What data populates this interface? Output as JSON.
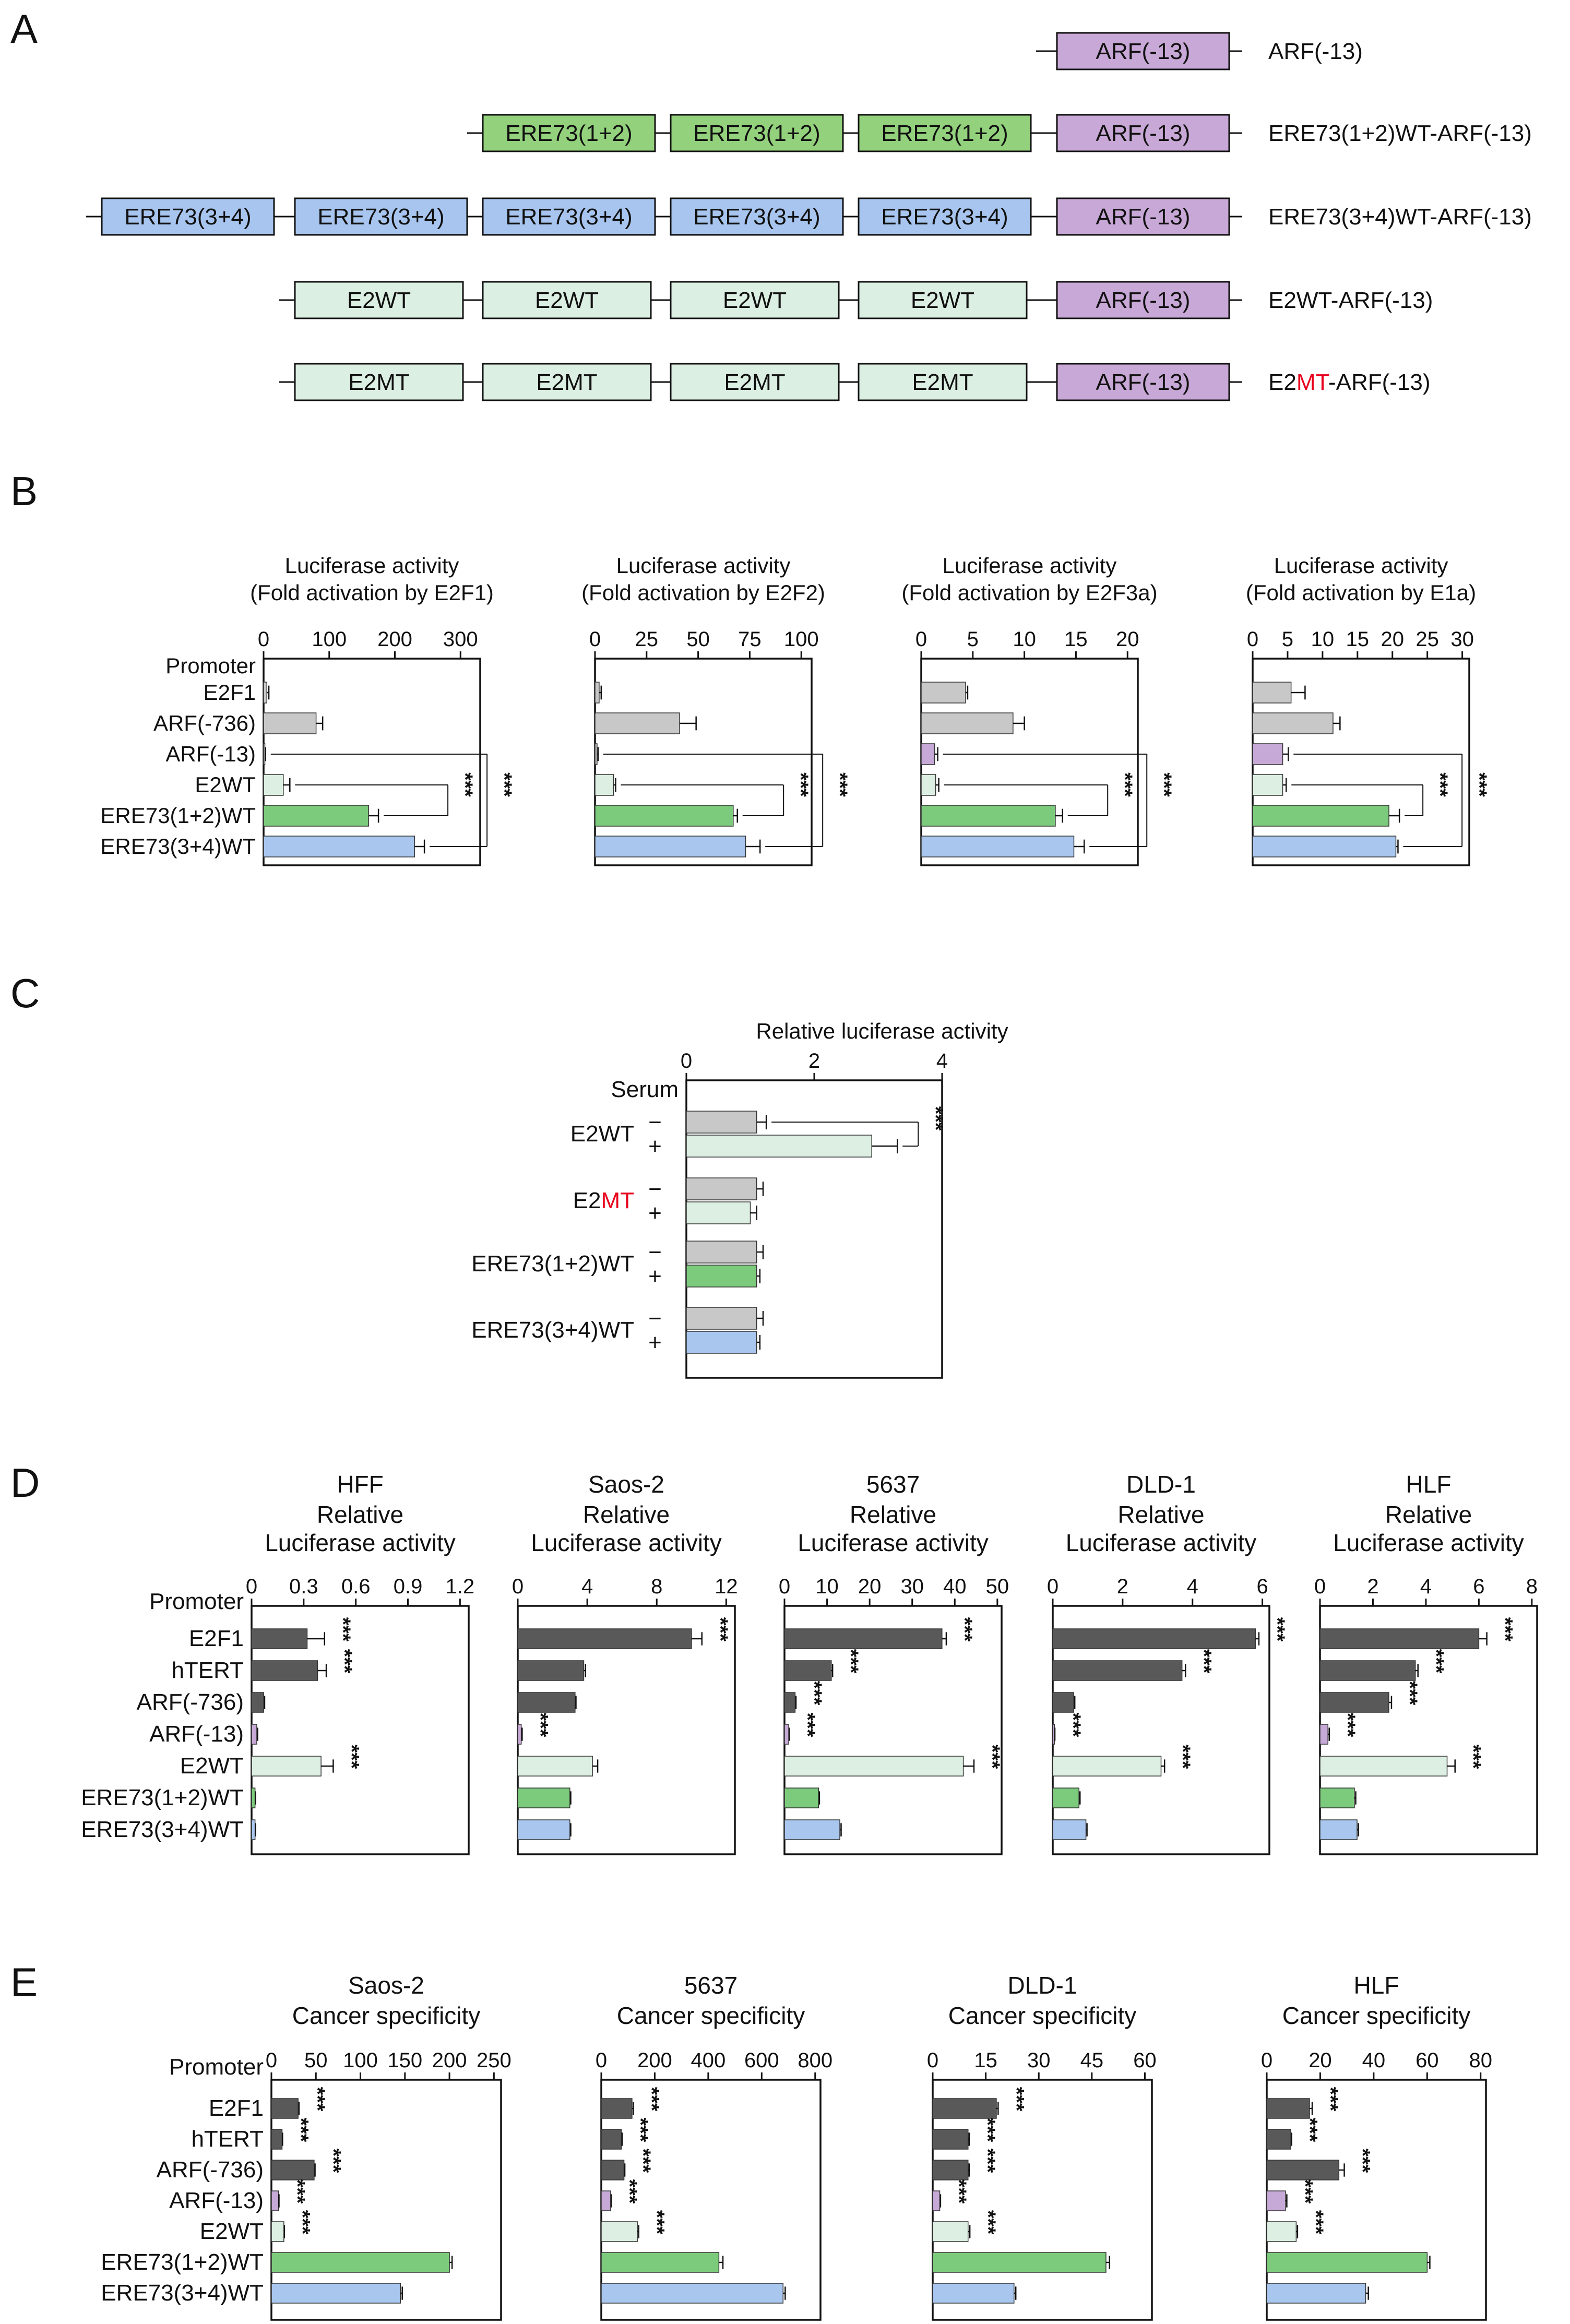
{
  "panel_labels": [
    "A",
    "B",
    "C",
    "D",
    "E"
  ],
  "colors": {
    "dark": "#595959",
    "gray": "#c8c8c8",
    "purple": "#c6a9d6",
    "lightgreen": "#dcefe2",
    "green": "#7ccb7c",
    "blue": "#a9c6ee",
    "purple_box": "#c8a8d6",
    "green_box": "#93d17d",
    "blue_box": "#a7c5ee",
    "lightgreen_box": "#dcefe3",
    "red": "#e8001c"
  },
  "panel_a": {
    "constructs": [
      {
        "units": [],
        "unit_color": "",
        "label": "ARF(-13)"
      },
      {
        "units": [
          "ERE73(1+2)",
          "ERE73(1+2)",
          "ERE73(1+2)"
        ],
        "unit_color": "green_box",
        "label": "ERE73(1+2)WT-ARF(-13)"
      },
      {
        "units": [
          "ERE73(3+4)",
          "ERE73(3+4)",
          "ERE73(3+4)",
          "ERE73(3+4)",
          "ERE73(3+4)"
        ],
        "unit_color": "blue_box",
        "label": "ERE73(3+4)WT-ARF(-13)"
      },
      {
        "units": [
          "E2WT",
          "E2WT",
          "E2WT",
          "E2WT"
        ],
        "unit_color": "lightgreen_box",
        "label": "E2WT-ARF(-13)"
      },
      {
        "units": [
          "E2MT",
          "E2MT",
          "E2MT",
          "E2MT"
        ],
        "unit_color": "lightgreen_box",
        "label": "E2MT-ARF(-13)",
        "label_parts": [
          "E2",
          "MT",
          "-ARF(-13)"
        ]
      }
    ],
    "arf_box": "ARF(-13)"
  },
  "chart_data": [
    {
      "panel": "B",
      "type": "bar",
      "title": "Luciferase activity",
      "subtitle": "(Fold activation by E2F1)",
      "cat_header": "Promoter",
      "categories": [
        "E2F1",
        "ARF(-736)",
        "ARF(-13)",
        "E2WT",
        "ERE73(1+2)WT",
        "ERE73(3+4)WT"
      ],
      "values": [
        5,
        80,
        2,
        30,
        160,
        230
      ],
      "errors": [
        3,
        10,
        1,
        10,
        15,
        15
      ],
      "colors": [
        "gray",
        "gray",
        "gray",
        "lightgreen",
        "green",
        "blue"
      ],
      "xlim": [
        0,
        330
      ],
      "ticks": [
        0,
        100,
        200,
        300
      ],
      "brackets": [
        {
          "from": 3,
          "to": 4,
          "label": "***"
        },
        {
          "from": 2,
          "to": 5,
          "label": "***"
        }
      ]
    },
    {
      "panel": "B",
      "type": "bar",
      "title": "Luciferase activity",
      "subtitle": "(Fold activation by E2F2)",
      "categories": [
        "E2F1",
        "ARF(-736)",
        "ARF(-13)",
        "E2WT",
        "ERE73(1+2)WT",
        "ERE73(3+4)WT"
      ],
      "values": [
        2,
        41,
        1,
        9,
        67,
        73
      ],
      "errors": [
        1,
        8,
        0.5,
        1,
        2,
        7
      ],
      "colors": [
        "gray",
        "gray",
        "gray",
        "lightgreen",
        "green",
        "blue"
      ],
      "xlim": [
        0,
        105
      ],
      "ticks": [
        0,
        25,
        50,
        75,
        100
      ],
      "brackets": [
        {
          "from": 3,
          "to": 4,
          "label": "***"
        },
        {
          "from": 2,
          "to": 5,
          "label": "***"
        }
      ]
    },
    {
      "panel": "B",
      "type": "bar",
      "title": "Luciferase activity",
      "subtitle": "(Fold activation by E2F3a)",
      "categories": [
        "E2F1",
        "ARF(-736)",
        "ARF(-13)",
        "E2WT",
        "ERE73(1+2)WT",
        "ERE73(3+4)WT"
      ],
      "values": [
        4.3,
        8.9,
        1.3,
        1.4,
        13,
        14.8
      ],
      "errors": [
        0.2,
        1.1,
        0.3,
        0.3,
        0.7,
        1
      ],
      "colors": [
        "gray",
        "gray",
        "purple",
        "lightgreen",
        "green",
        "blue"
      ],
      "xlim": [
        0,
        21
      ],
      "ticks": [
        0,
        5,
        10,
        15,
        20
      ],
      "brackets": [
        {
          "from": 3,
          "to": 4,
          "label": "***"
        },
        {
          "from": 2,
          "to": 5,
          "label": "***"
        }
      ]
    },
    {
      "panel": "B",
      "type": "bar",
      "title": "Luciferase activity",
      "subtitle": "(Fold activation by E1a)",
      "categories": [
        "E2F1",
        "ARF(-736)",
        "ARF(-13)",
        "E2WT",
        "ERE73(1+2)WT",
        "ERE73(3+4)WT"
      ],
      "values": [
        5.5,
        11.5,
        4.3,
        4.3,
        19.5,
        20.5
      ],
      "errors": [
        2,
        1,
        0.8,
        0.5,
        1.5,
        0.3
      ],
      "colors": [
        "gray",
        "gray",
        "purple",
        "lightgreen",
        "green",
        "blue"
      ],
      "xlim": [
        0,
        31
      ],
      "ticks": [
        0,
        5,
        10,
        15,
        20,
        25,
        30
      ],
      "brackets": [
        {
          "from": 3,
          "to": 4,
          "label": "***"
        },
        {
          "from": 2,
          "to": 5,
          "label": "***"
        }
      ]
    },
    {
      "panel": "C",
      "type": "bar",
      "title": "Relative luciferase activity",
      "cat_header": "Serum",
      "groups": [
        {
          "name": "E2WT",
          "name_parts": [
            "E2WT"
          ]
        },
        {
          "name": "E2MT",
          "name_parts": [
            "E2",
            "MT"
          ]
        },
        {
          "name": "ERE73(1+2)WT",
          "name_parts": [
            "ERE73(1+2)WT"
          ]
        },
        {
          "name": "ERE73(3+4)WT",
          "name_parts": [
            "ERE73(3+4)WT"
          ]
        }
      ],
      "serum_labels": [
        "−",
        "+"
      ],
      "values": [
        [
          1.1,
          2.9
        ],
        [
          1.1,
          1.0
        ],
        [
          1.1,
          1.1
        ],
        [
          1.1,
          1.1
        ]
      ],
      "errors": [
        [
          0.15,
          0.4
        ],
        [
          0.1,
          0.1
        ],
        [
          0.1,
          0.05
        ],
        [
          0.1,
          0.05
        ]
      ],
      "colors": [
        [
          "gray",
          "lightgreen"
        ],
        [
          "gray",
          "lightgreen"
        ],
        [
          "gray",
          "green"
        ],
        [
          "gray",
          "blue"
        ]
      ],
      "xlim": [
        0,
        4
      ],
      "ticks": [
        0,
        2,
        4
      ],
      "bracket": {
        "label": "***"
      }
    },
    {
      "panel": "D",
      "type": "bar",
      "title": "HFF",
      "subtitle1": "Relative",
      "subtitle2": "Luciferase activity",
      "cat_header": "Promoter",
      "categories": [
        "E2F1",
        "hTERT",
        "ARF(-736)",
        "ARF(-13)",
        "E2WT",
        "ERE73(1+2)WT",
        "ERE73(3+4)WT"
      ],
      "values": [
        0.32,
        0.38,
        0.07,
        0.03,
        0.4,
        0.02,
        0.02
      ],
      "errors": [
        0.1,
        0.05,
        0.005,
        0.005,
        0.07,
        0.003,
        0.003
      ],
      "colors": [
        "dark",
        "dark",
        "dark",
        "purple",
        "lightgreen",
        "green",
        "blue"
      ],
      "stars": [
        "***",
        "***",
        "",
        "",
        "***",
        "",
        ""
      ],
      "xlim": [
        0,
        1.25
      ],
      "ticks": [
        0,
        0.3,
        0.6,
        0.9,
        1.2
      ]
    },
    {
      "panel": "D",
      "type": "bar",
      "title": "Saos-2",
      "subtitle1": "Relative",
      "subtitle2": "Luciferase activity",
      "categories": [
        "E2F1",
        "hTERT",
        "ARF(-736)",
        "ARF(-13)",
        "E2WT",
        "ERE73(1+2)WT",
        "ERE73(3+4)WT"
      ],
      "values": [
        10,
        3.8,
        3.3,
        0.2,
        4.3,
        3,
        3
      ],
      "errors": [
        0.6,
        0.1,
        0.05,
        0.05,
        0.3,
        0.05,
        0.05
      ],
      "colors": [
        "dark",
        "dark",
        "dark",
        "purple",
        "lightgreen",
        "green",
        "blue"
      ],
      "stars": [
        "***",
        "",
        "",
        "***",
        "",
        "",
        ""
      ],
      "xlim": [
        0,
        12.5
      ],
      "ticks": [
        0,
        4,
        8,
        12
      ]
    },
    {
      "panel": "D",
      "type": "bar",
      "title": "5637",
      "subtitle1": "Relative",
      "subtitle2": "Luciferase activity",
      "categories": [
        "E2F1",
        "hTERT",
        "ARF(-736)",
        "ARF(-13)",
        "E2WT",
        "ERE73(1+2)WT",
        "ERE73(3+4)WT"
      ],
      "values": [
        37,
        11,
        2.5,
        1,
        42,
        8,
        13
      ],
      "errors": [
        1,
        0.3,
        0.2,
        0.1,
        2.5,
        0.2,
        0.3
      ],
      "colors": [
        "dark",
        "dark",
        "dark",
        "purple",
        "lightgreen",
        "green",
        "blue"
      ],
      "stars": [
        "***",
        "***",
        "***",
        "***",
        "***",
        "",
        ""
      ],
      "xlim": [
        0,
        51
      ],
      "ticks": [
        0,
        10,
        20,
        30,
        40,
        50
      ]
    },
    {
      "panel": "D",
      "type": "bar",
      "title": "DLD-1",
      "subtitle1": "Relative",
      "subtitle2": "Luciferase activity",
      "categories": [
        "E2F1",
        "hTERT",
        "ARF(-736)",
        "ARF(-13)",
        "E2WT",
        "ERE73(1+2)WT",
        "ERE73(3+4)WT"
      ],
      "values": [
        5.8,
        3.7,
        0.6,
        0.05,
        3.1,
        0.75,
        0.95
      ],
      "errors": [
        0.1,
        0.1,
        0.03,
        0.01,
        0.1,
        0.03,
        0.03
      ],
      "colors": [
        "dark",
        "dark",
        "dark",
        "purple",
        "lightgreen",
        "green",
        "blue"
      ],
      "stars": [
        "***",
        "***",
        "",
        "***",
        "***",
        "",
        ""
      ],
      "xlim": [
        0,
        6.2
      ],
      "ticks": [
        0,
        2,
        4,
        6
      ]
    },
    {
      "panel": "D",
      "type": "bar",
      "title": "HLF",
      "subtitle1": "Relative",
      "subtitle2": "Luciferase activity",
      "categories": [
        "E2F1",
        "hTERT",
        "ARF(-736)",
        "ARF(-13)",
        "E2WT",
        "ERE73(1+2)WT",
        "ERE73(3+4)WT"
      ],
      "values": [
        6,
        3.6,
        2.6,
        0.3,
        4.8,
        1.3,
        1.4
      ],
      "errors": [
        0.3,
        0.1,
        0.1,
        0.05,
        0.3,
        0.05,
        0.05
      ],
      "colors": [
        "dark",
        "dark",
        "dark",
        "purple",
        "lightgreen",
        "green",
        "blue"
      ],
      "stars": [
        "***",
        "***",
        "***",
        "***",
        "***",
        "",
        ""
      ],
      "xlim": [
        0,
        8.2
      ],
      "ticks": [
        0,
        2,
        4,
        6,
        8
      ]
    },
    {
      "panel": "E",
      "type": "bar",
      "title": "Saos-2",
      "subtitle1": "Cancer specificity",
      "cat_header": "Promoter",
      "categories": [
        "E2F1",
        "hTERT",
        "ARF(-736)",
        "ARF(-13)",
        "E2WT",
        "ERE73(1+2)WT",
        "ERE73(3+4)WT"
      ],
      "values": [
        30,
        12,
        48,
        8,
        14,
        200,
        145
      ],
      "errors": [
        1,
        0.5,
        1,
        0.5,
        0.5,
        3,
        2
      ],
      "colors": [
        "dark",
        "dark",
        "dark",
        "purple",
        "lightgreen",
        "green",
        "blue"
      ],
      "stars": [
        "***",
        "***",
        "***",
        "***",
        "***",
        "",
        ""
      ],
      "xlim": [
        0,
        258
      ],
      "ticks": [
        0,
        50,
        100,
        150,
        200,
        250
      ]
    },
    {
      "panel": "E",
      "type": "bar",
      "title": "5637",
      "subtitle1": "Cancer specificity",
      "categories": [
        "E2F1",
        "hTERT",
        "ARF(-736)",
        "ARF(-13)",
        "E2WT",
        "ERE73(1+2)WT",
        "ERE73(3+4)WT"
      ],
      "values": [
        115,
        75,
        85,
        35,
        135,
        440,
        680
      ],
      "errors": [
        5,
        3,
        3,
        2,
        5,
        15,
        8
      ],
      "colors": [
        "dark",
        "dark",
        "dark",
        "purple",
        "lightgreen",
        "green",
        "blue"
      ],
      "stars": [
        "***",
        "***",
        "***",
        "***",
        "***",
        "",
        ""
      ],
      "xlim": [
        0,
        820
      ],
      "ticks": [
        0,
        200,
        400,
        600,
        800
      ]
    },
    {
      "panel": "E",
      "type": "bar",
      "title": "DLD-1",
      "subtitle1": "Cancer specificity",
      "categories": [
        "E2F1",
        "hTERT",
        "ARF(-736)",
        "ARF(-13)",
        "E2WT",
        "ERE73(1+2)WT",
        "ERE73(3+4)WT"
      ],
      "values": [
        18,
        10,
        10,
        2,
        10,
        49,
        23
      ],
      "errors": [
        0.5,
        0.3,
        0.3,
        0.2,
        0.5,
        1,
        0.5
      ],
      "colors": [
        "dark",
        "dark",
        "dark",
        "purple",
        "lightgreen",
        "green",
        "blue"
      ],
      "stars": [
        "***",
        "***",
        "***",
        "***",
        "***",
        "",
        ""
      ],
      "xlim": [
        0,
        62
      ],
      "ticks": [
        0,
        15,
        30,
        45,
        60
      ]
    },
    {
      "panel": "E",
      "type": "bar",
      "title": "HLF",
      "subtitle1": "Cancer specificity",
      "categories": [
        "E2F1",
        "hTERT",
        "ARF(-736)",
        "ARF(-13)",
        "E2WT",
        "ERE73(1+2)WT",
        "ERE73(3+4)WT"
      ],
      "values": [
        16,
        9,
        27,
        7,
        11,
        60,
        37
      ],
      "errors": [
        1,
        0.3,
        2,
        0.5,
        0.5,
        1,
        1
      ],
      "colors": [
        "dark",
        "dark",
        "dark",
        "purple",
        "lightgreen",
        "green",
        "blue"
      ],
      "stars": [
        "***",
        "***",
        "***",
        "***",
        "***",
        "",
        ""
      ],
      "xlim": [
        0,
        82
      ],
      "ticks": [
        0,
        20,
        40,
        60,
        80
      ]
    }
  ]
}
